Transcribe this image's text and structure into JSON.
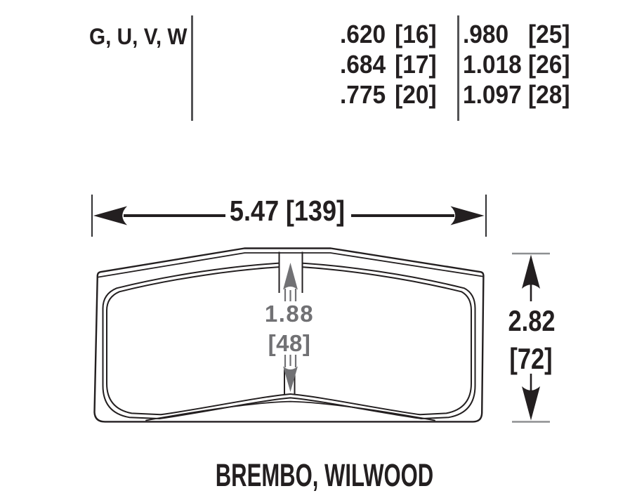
{
  "colors": {
    "ink": "#231f20",
    "gray_dim": "#717174",
    "divider_gray": "#545456",
    "tick_gray": "#8d8f91"
  },
  "spec_table": {
    "pad_shapes_label": "G, U, V, W",
    "thickness_columns": [
      {
        "rows": [
          {
            "in": ".620",
            "mm": "[16]"
          },
          {
            "in": ".684",
            "mm": "[17]"
          },
          {
            "in": ".775",
            "mm": "[20]"
          }
        ]
      },
      {
        "rows": [
          {
            "in": ".980",
            "mm": "[25]"
          },
          {
            "in": "1.018",
            "mm": "[26]"
          },
          {
            "in": "1.097",
            "mm": "[28]"
          }
        ]
      }
    ]
  },
  "drawing": {
    "width_dim_in": "5.47",
    "width_dim_mm": "[139]",
    "height_dim_in": "2.82",
    "height_dim_mm": "[72]",
    "center_dim_in": "1.88",
    "center_dim_mm": "[48]",
    "caption": "BREMBO, WILWOOD"
  }
}
